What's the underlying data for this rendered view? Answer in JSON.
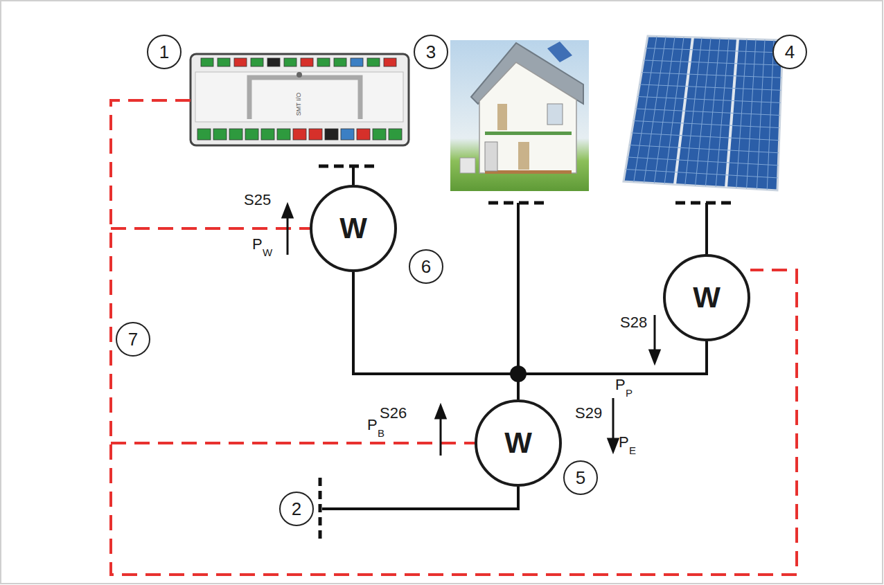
{
  "diagram": {
    "nodes": [
      {
        "text": [
          "W"
        ]
      },
      {
        "text": [
          "W"
        ]
      },
      {
        "text": [
          "W"
        ]
      }
    ],
    "edges": [
      {
        "from": 0,
        "to": 2,
        "arrow": "none"
      },
      {
        "from": 1,
        "to": 2,
        "arrow": "none"
      }
    ],
    "labels": [
      "1",
      "2",
      "3",
      "4",
      "5",
      "6",
      "7",
      "S25",
      "P",
      "W",
      "S28",
      "P",
      "P",
      "S26",
      "P",
      "B",
      "S29",
      "P",
      "E",
      "SMT I/O"
    ]
  }
}
